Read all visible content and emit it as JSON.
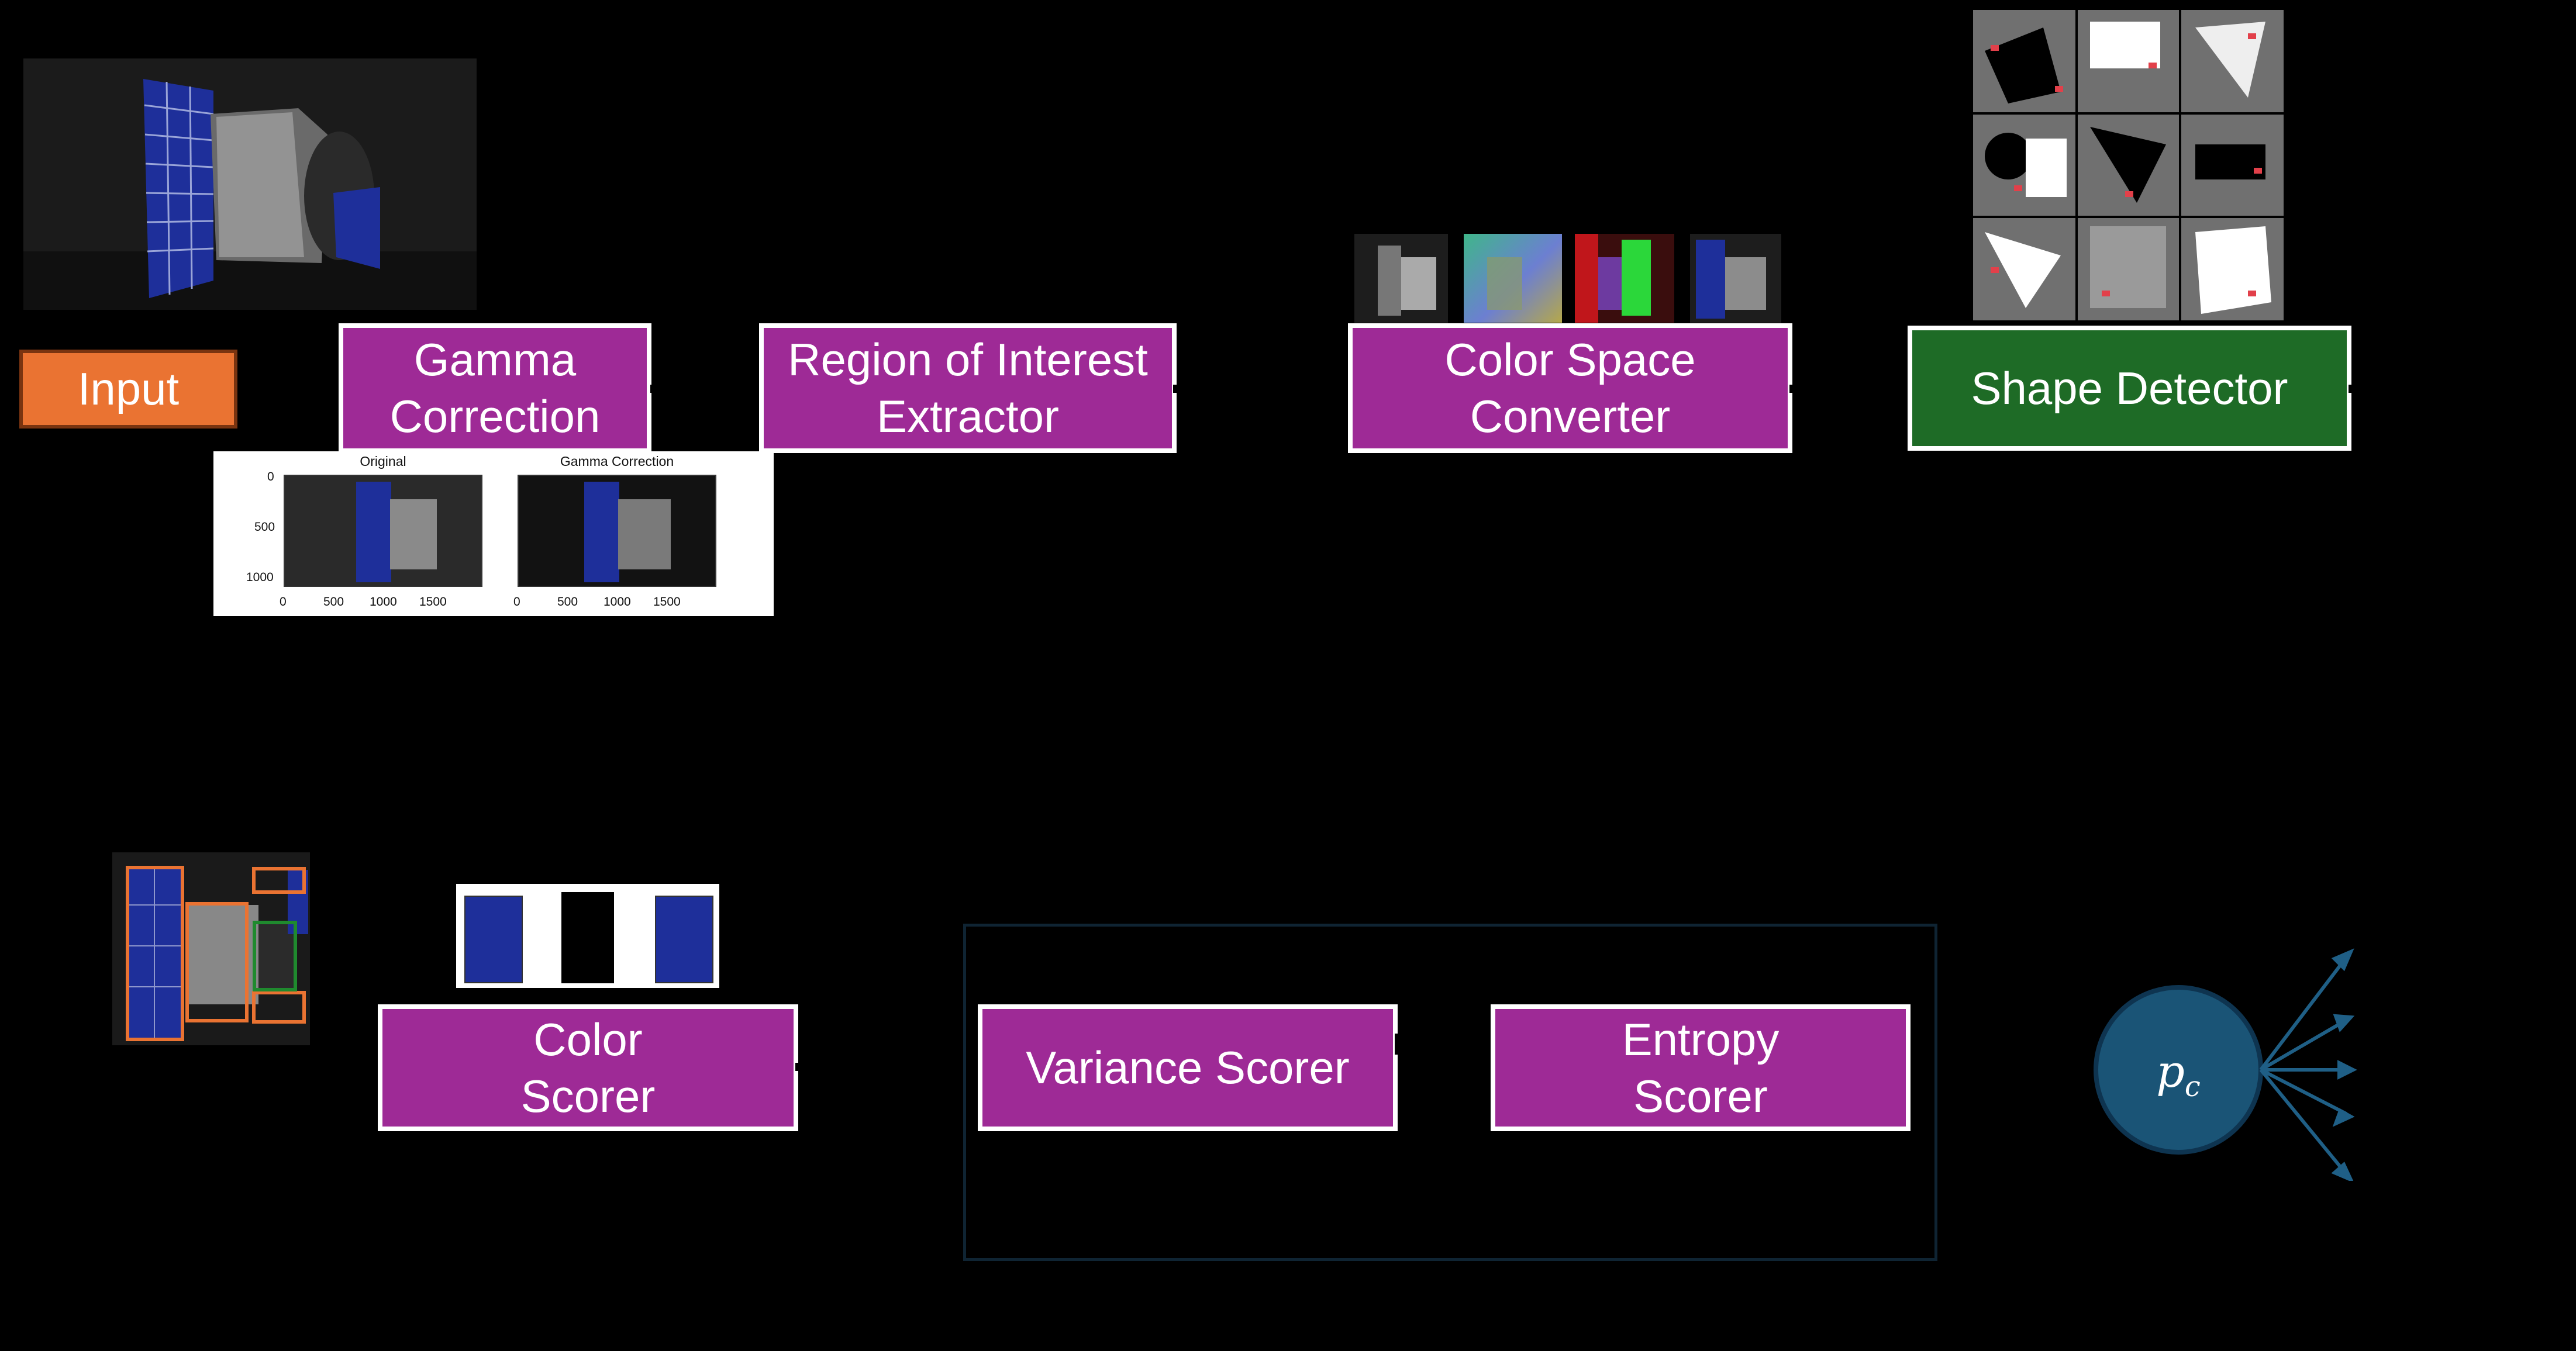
{
  "colors": {
    "background": "#000000",
    "stage_box": "#9e2a96",
    "detector_box": "#1e6b26",
    "input_box": "#ea7332",
    "box_border": "#ffffff",
    "bbox_orange": "#ea7332",
    "bbox_green": "#1f8a2e",
    "probability_node": "#1a5476",
    "arrow": "#1f5f86",
    "group_frame": "#0f2433"
  },
  "top_row": {
    "input": "Input",
    "gamma": "Gamma\nCorrection",
    "roi": "Region of Interest\nExtractor",
    "color_space": "Color Space\nConverter",
    "shape": "Shape Detector"
  },
  "gamma_plot": {
    "panel1_title": "Original",
    "panel2_title": "Gamma Correction",
    "y_ticks": [
      "0",
      "500",
      "1000"
    ],
    "x_ticks": [
      "0",
      "500",
      "1000",
      "1500"
    ]
  },
  "bottom_row": {
    "color_scorer": "Color\nScorer",
    "variance_scorer": "Variance Scorer",
    "entropy_scorer": "Entropy\nScorer"
  },
  "node": {
    "symbol": "p",
    "subscript": "c"
  },
  "icons": {
    "input_image": "satellite-photo",
    "color_space_thumbs": [
      "grayscale-thumb",
      "hsv-thumb",
      "false-color-thumb",
      "rgb-thumb"
    ],
    "shape_grid": "synthetic-shapes-grid",
    "detection_image": "satellite-detections",
    "color_scorer_thumb": "color-mask-thumbs"
  }
}
